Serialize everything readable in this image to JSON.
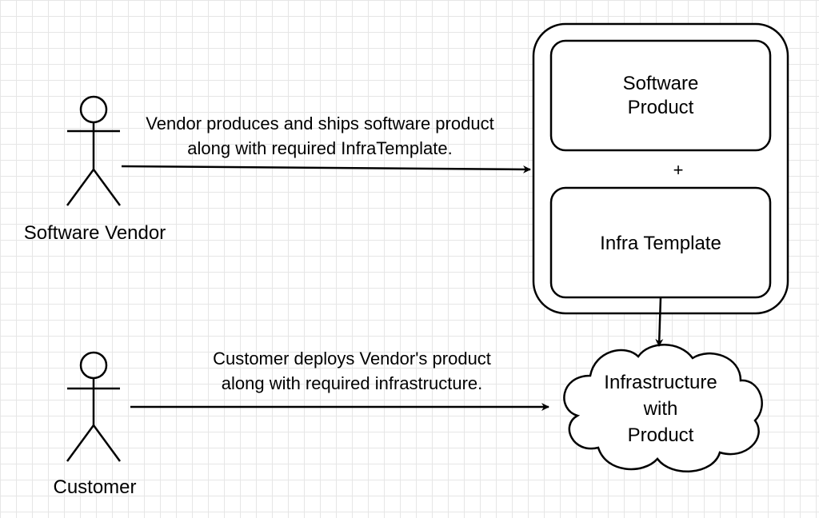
{
  "actors": {
    "vendor": "Software Vendor",
    "customer": "Customer"
  },
  "edges": {
    "vendor_line1": "Vendor produces and ships software product",
    "vendor_line2": "along with required InfraTemplate.",
    "customer_line1": "Customer deploys Vendor's product",
    "customer_line2": "along with required infrastructure."
  },
  "package": {
    "software_line1": "Software",
    "software_line2": "Product",
    "plus": "+",
    "infra": "Infra Template"
  },
  "cloud": {
    "line1": "Infrastructure",
    "line2": "with",
    "line3": "Product"
  },
  "colors": {
    "stroke": "#000000",
    "grid": "#e6e6e6",
    "background": "#ffffff"
  }
}
